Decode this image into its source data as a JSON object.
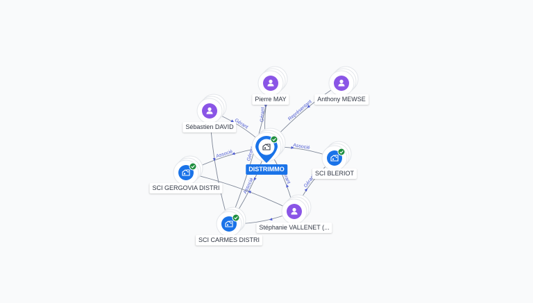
{
  "graph": {
    "colors": {
      "person": "#8a55e6",
      "company": "#1a73e8",
      "check": "#1e8e3e",
      "edge": "#7b8495",
      "edge_label": "#4d5bd1",
      "label_bg": "#ffffff",
      "main_label_bg": "#1a73e8",
      "background": "#f9fafb"
    },
    "nodes": [
      {
        "id": "distrimmo",
        "label": "DISTRIMMO",
        "kind": "main",
        "icon": "building-icon",
        "verified": true
      },
      {
        "id": "pierre",
        "label": "Pierre MAY",
        "kind": "person",
        "icon": "person-icon",
        "verified": false
      },
      {
        "id": "anthony",
        "label": "Anthony MEWSE",
        "kind": "person",
        "icon": "person-icon",
        "verified": false
      },
      {
        "id": "sebastien",
        "label": "Sébastien DAVID",
        "kind": "person",
        "icon": "person-icon",
        "verified": false
      },
      {
        "id": "sci_bleriot",
        "label": "SCI BLERIOT",
        "kind": "company",
        "icon": "building-icon",
        "verified": true
      },
      {
        "id": "sci_gergovia",
        "label": "SCI GERGOVIA DISTRI",
        "kind": "company",
        "icon": "building-icon",
        "verified": true
      },
      {
        "id": "stephanie",
        "label": "Stéphanie VALLENET (...",
        "kind": "person",
        "icon": "person-icon",
        "verified": false
      },
      {
        "id": "sci_carmes",
        "label": "SCI CARMES DISTRI",
        "kind": "company",
        "icon": "building-icon",
        "verified": true
      }
    ],
    "edges": [
      {
        "from": "pierre",
        "to": "distrimmo",
        "label": "Gérant"
      },
      {
        "from": "sebastien",
        "to": "distrimmo",
        "label": "Gérant"
      },
      {
        "from": "anthony",
        "to": "distrimmo",
        "label": "Représentant"
      },
      {
        "from": "distrimmo",
        "to": "sci_bleriot",
        "label": "Associé"
      },
      {
        "from": "distrimmo",
        "to": "sci_gergovia",
        "label": "Associé"
      },
      {
        "from": "distrimmo",
        "to": "sci_carmes",
        "label": "Associé"
      },
      {
        "from": "stephanie",
        "to": "distrimmo",
        "label": "Gérant"
      },
      {
        "from": "stephanie",
        "to": "sci_bleriot",
        "label": "Gérant"
      },
      {
        "from": "stephanie",
        "to": "sci_gergovia",
        "label": ""
      },
      {
        "from": "pierre",
        "to": "sci_carmes",
        "label": "Gérant"
      },
      {
        "from": "sebastien",
        "to": "sci_carmes",
        "label": ""
      },
      {
        "from": "stephanie",
        "to": "sci_carmes",
        "label": ""
      }
    ]
  }
}
